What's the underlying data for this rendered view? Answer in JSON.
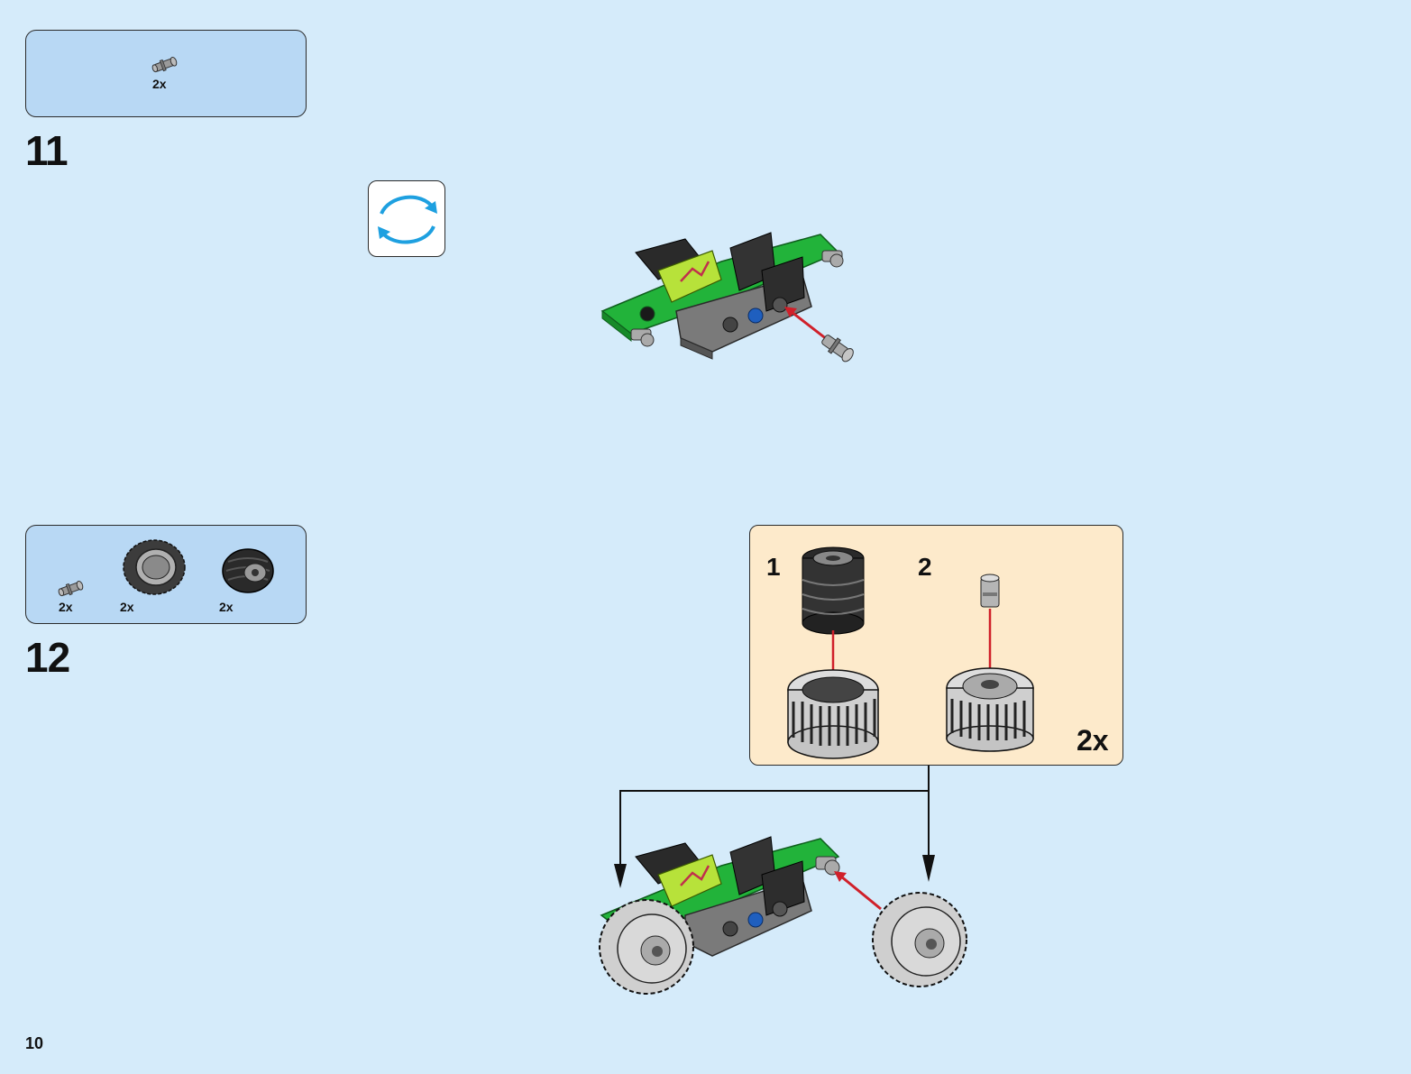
{
  "page": {
    "number": "10"
  },
  "steps": [
    {
      "number": "11",
      "parts": [
        {
          "name": "pin-connector",
          "quantity": "2x"
        }
      ]
    },
    {
      "number": "12",
      "parts": [
        {
          "name": "pin-connector",
          "quantity": "2x"
        },
        {
          "name": "tire",
          "quantity": "2x"
        },
        {
          "name": "wheel-rim",
          "quantity": "2x"
        }
      ],
      "sub_assembly": {
        "multiplier": "2x",
        "substeps": [
          {
            "number": "1",
            "icon": "wheel-rim-into-tire"
          },
          {
            "number": "2",
            "icon": "pin-into-wheel"
          }
        ]
      }
    }
  ],
  "icons": {
    "rotate": "rotate-model-icon"
  },
  "colors": {
    "background": "#d5ebfa",
    "parts_panel": "#b8d8f4",
    "sub_panel": "#fdeacb",
    "model_green": "#22b33a",
    "model_lime": "#b7e23a",
    "arrow_red": "#d0202a",
    "rotate_blue": "#1ea0e0"
  }
}
